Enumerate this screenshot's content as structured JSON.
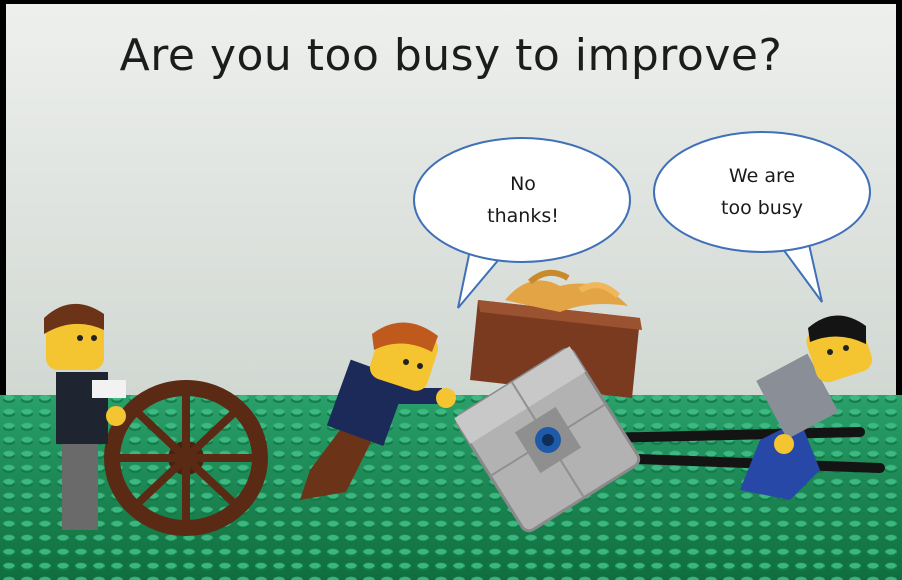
{
  "title": "Are you too busy to improve?",
  "bubbles": [
    {
      "lines": [
        "No",
        "thanks!"
      ]
    },
    {
      "lines": [
        "We are",
        "too busy"
      ]
    }
  ],
  "colors": {
    "wall": "#e4e8e4",
    "baseplate": "#1f8f5a",
    "bubble_fill": "#ffffff",
    "bubble_border": "#3f70b8",
    "square_wheel": "#a8a8a8",
    "cart": "#7a3a20",
    "round_wheel": "#5a2a14"
  }
}
